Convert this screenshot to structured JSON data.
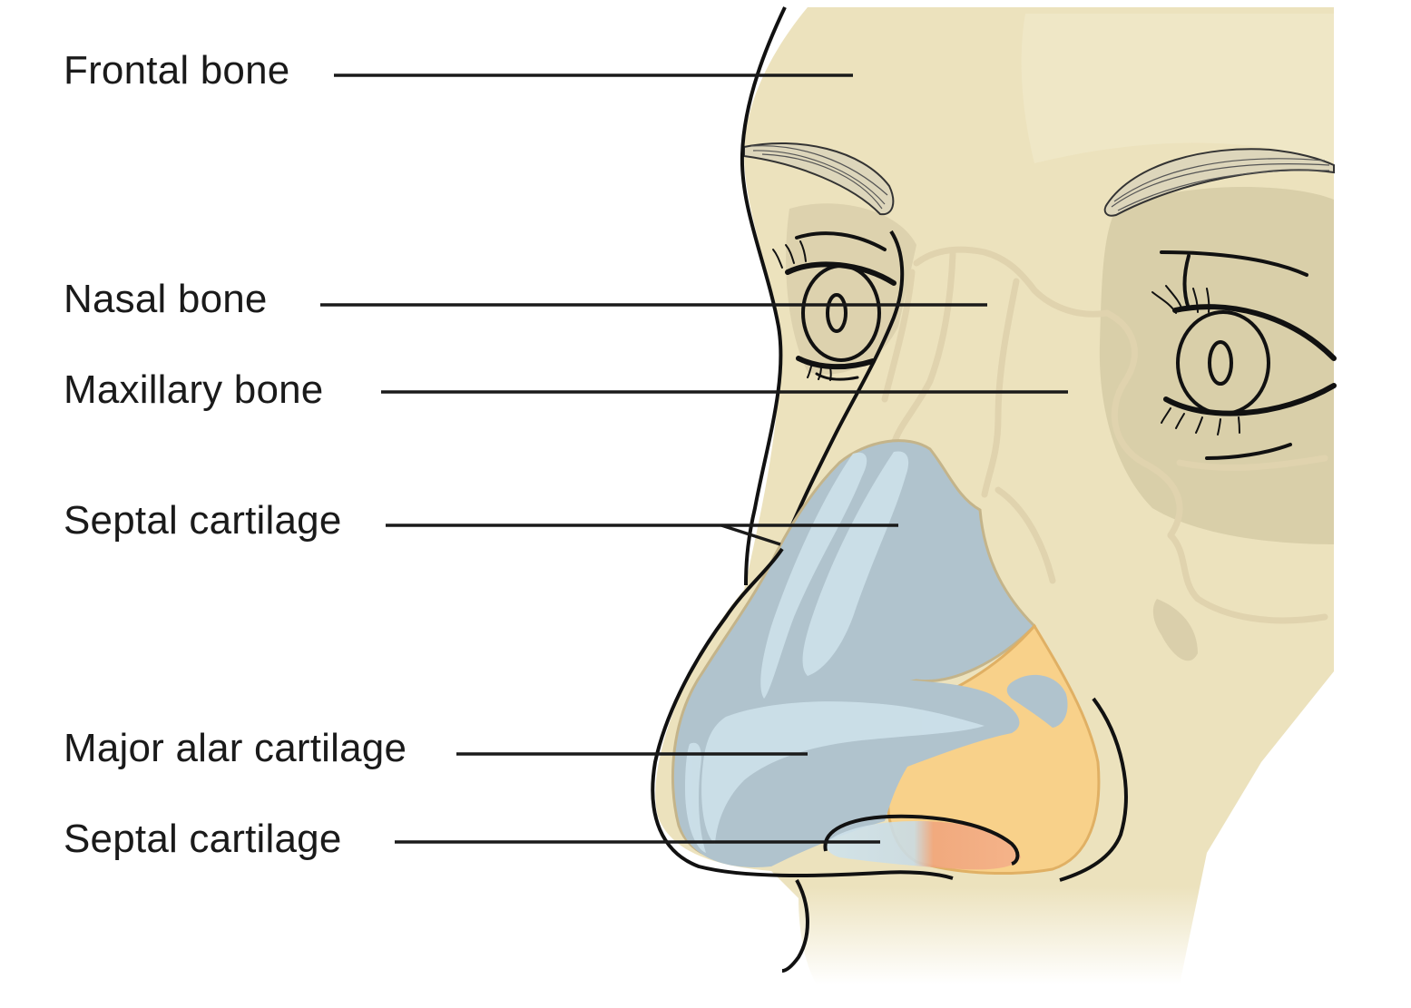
{
  "labels": {
    "frontal_bone": "Frontal bone",
    "nasal_bone": "Nasal bone",
    "maxillary_bone": "Maxillary bone",
    "septal_cartilage_upper": "Septal cartilage",
    "major_alar_cartilage": "Major alar cartilage",
    "septal_cartilage_lower": "Septal cartilage"
  },
  "colors": {
    "skin": "#ece2bd",
    "skin_shadow": "#ddd2ab",
    "bone_suture": "#e2d6b2",
    "cartilage_blue": "#b0c3cd",
    "cartilage_highlight": "#cfe3ec",
    "alar_orange": "#f8d18a",
    "outline": "#111111",
    "leader_line": "#1a1a1a",
    "text": "#1a1a1a"
  }
}
